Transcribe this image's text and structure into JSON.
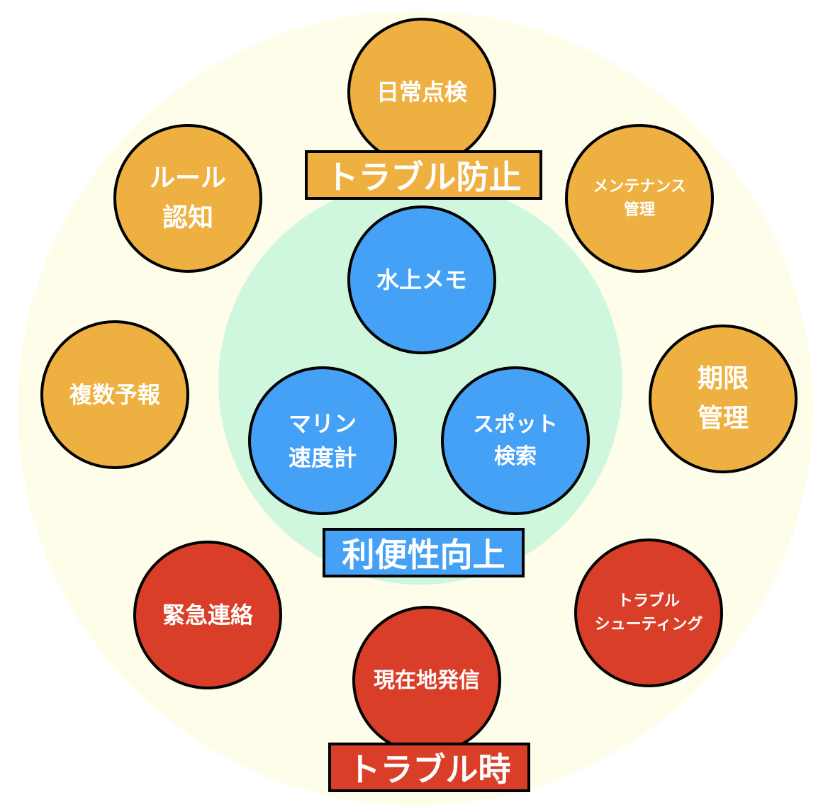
{
  "colors": {
    "prevention": "#eeb040",
    "convenience": "#45a1f5",
    "trouble": "#d93f28",
    "outer_bg": "#fdfdea",
    "inner_bg": "#cff7de"
  },
  "groups": {
    "prevention": {
      "label": "トラブル防止"
    },
    "convenience": {
      "label": "利便性向上"
    },
    "trouble": {
      "label": "トラブル時"
    }
  },
  "nodes": {
    "daily_check": "日常点検",
    "rule_awareness": "ルール\n認知",
    "maintenance": "メンテナンス\n管理",
    "multi_forecast": "複数予報",
    "deadline": "期限\n管理",
    "water_memo": "水上メモ",
    "marine_speed": "マリン\n速度計",
    "spot_search": "スポット\n検索",
    "emergency": "緊急連絡",
    "troubleshooting": "トラブル\nシューティング",
    "location_send": "現在地発信"
  }
}
